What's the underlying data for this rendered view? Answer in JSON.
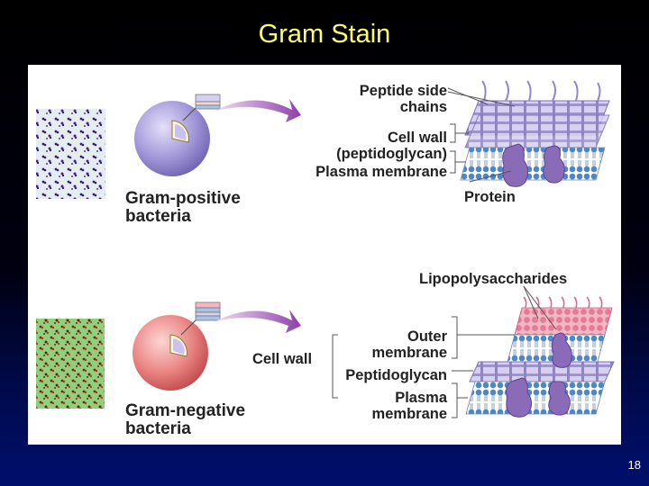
{
  "slide": {
    "title": "Gram Stain",
    "page_number": "18"
  },
  "gram_positive": {
    "name_line1": "Gram-positive",
    "name_line2": "bacteria",
    "label_peptide_line1": "Peptide side",
    "label_peptide_line2": "chains",
    "label_cellwall_line1": "Cell wall",
    "label_cellwall_line2": "(peptidoglycan)",
    "label_plasma": "Plasma membrane",
    "label_protein": "Protein"
  },
  "gram_negative": {
    "name_line1": "Gram-negative",
    "name_line2": "bacteria",
    "label_lps": "Lipopolysaccharides",
    "label_cellwall": "Cell wall",
    "label_outer_line1": "Outer",
    "label_outer_line2": "membrane",
    "label_peptidoglycan": "Peptidoglycan",
    "label_plasma_line1": "Plasma",
    "label_plasma_line2": "membrane"
  },
  "colors": {
    "title": "#ffff66",
    "positive_cell": "#9b8fd6",
    "negative_cell": "#e8787a",
    "arrow": "#9a4fb0",
    "membrane_head": "#4f86c6",
    "protein": "#8a6bb8",
    "peptidoglycan": "#b8aee6",
    "lps": "#e88aa8"
  }
}
